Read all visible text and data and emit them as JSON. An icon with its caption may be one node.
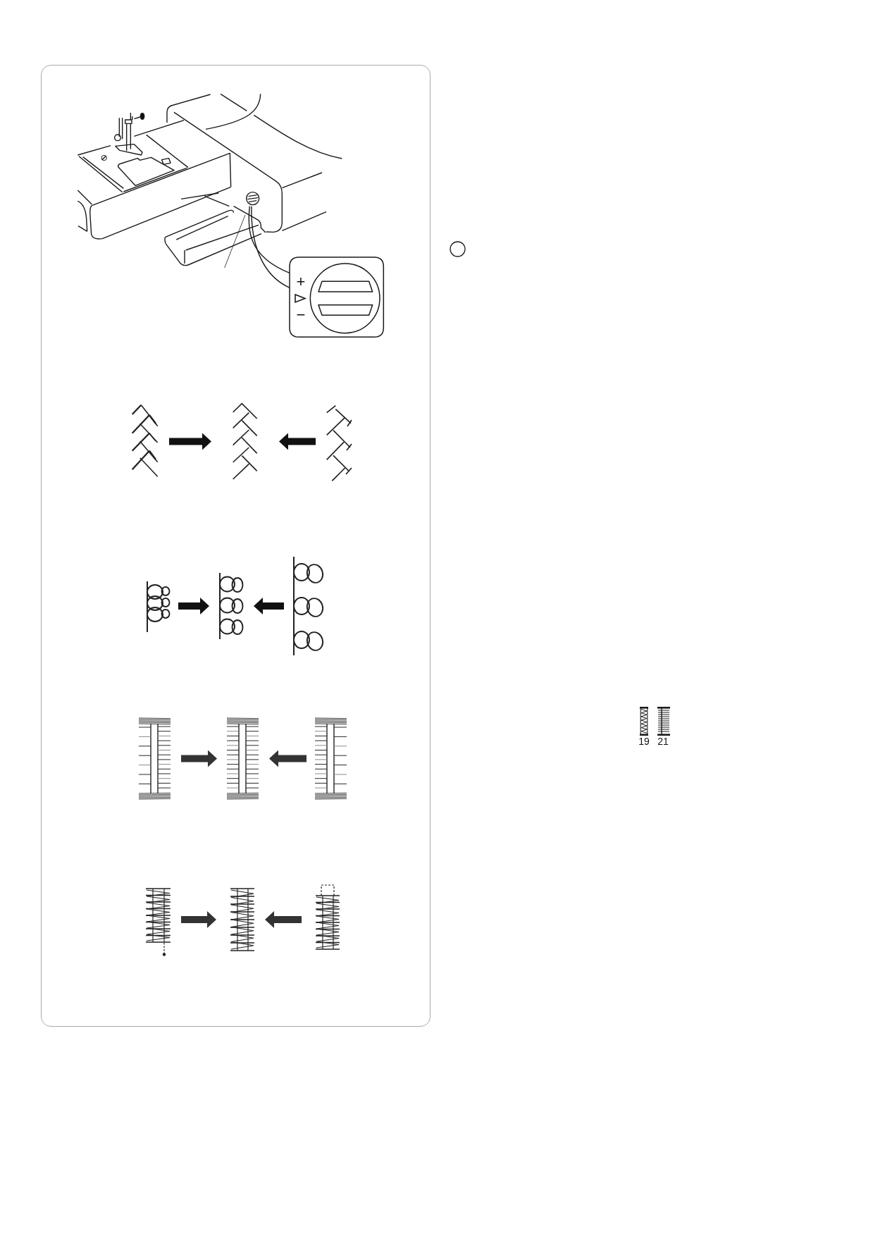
{
  "diagram": {
    "nodes": [
      {
        "text": [],
        "shape": "picture"
      },
      {
        "text": [],
        "shape": "picture"
      },
      {
        "text": [],
        "shape": "picture"
      },
      {
        "text": [],
        "shape": "picture"
      },
      {
        "text": [],
        "shape": "picture"
      },
      {
        "text": [],
        "shape": "picture"
      },
      {
        "text": [],
        "shape": "picture"
      },
      {
        "text": [],
        "shape": "picture"
      },
      {
        "text": [],
        "shape": "picture"
      },
      {
        "text": [],
        "shape": "picture"
      },
      {
        "text": [],
        "shape": "picture"
      },
      {
        "text": [],
        "shape": "picture"
      }
    ],
    "edges": [
      {
        "from": 0,
        "to": 1,
        "arrow": "to"
      },
      {
        "from": 2,
        "to": 1,
        "arrow": "to"
      },
      {
        "from": 3,
        "to": 4,
        "arrow": "to"
      },
      {
        "from": 5,
        "to": 4,
        "arrow": "to"
      },
      {
        "from": 6,
        "to": 7,
        "arrow": "to",
        "color": "#333333"
      },
      {
        "from": 8,
        "to": 7,
        "arrow": "to",
        "color": "#333333"
      },
      {
        "from": 9,
        "to": 10,
        "arrow": "to",
        "color": "#333333"
      },
      {
        "from": 11,
        "to": 10,
        "arrow": "to",
        "color": "#333333"
      }
    ],
    "labels": [
      "+",
      "−",
      "19",
      "21"
    ]
  }
}
